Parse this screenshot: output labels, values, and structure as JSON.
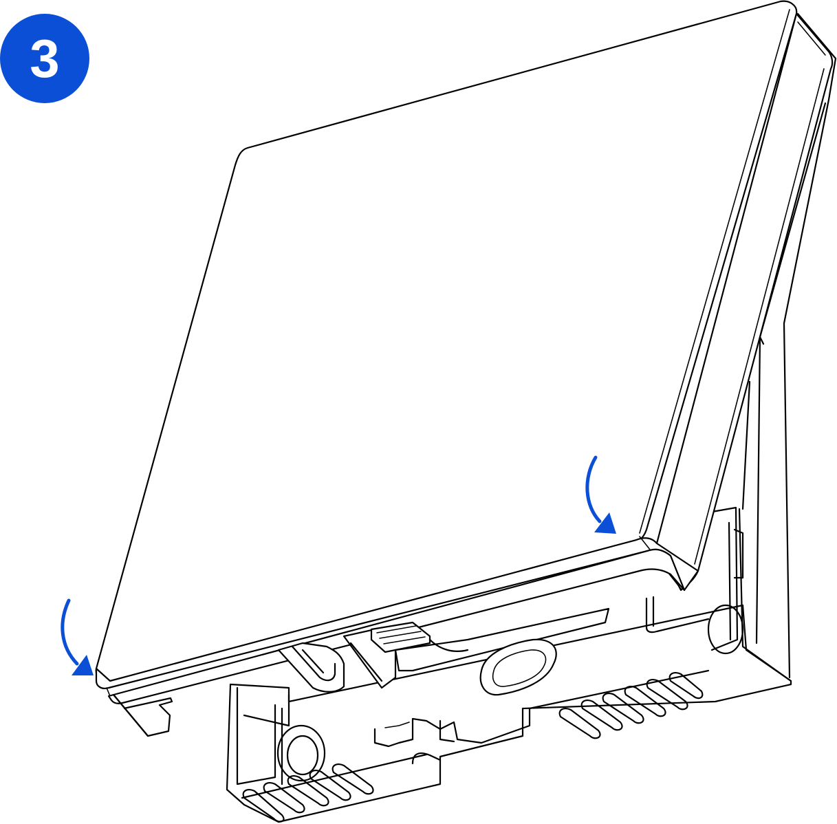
{
  "step": {
    "number": "3"
  },
  "colors": {
    "accent": "#0a4fd6",
    "line": "#000000",
    "background": "#ffffff"
  },
  "arrows": [
    {
      "name": "arrow-left-corner",
      "direction": "down"
    },
    {
      "name": "arrow-right-corner",
      "direction": "down"
    }
  ]
}
